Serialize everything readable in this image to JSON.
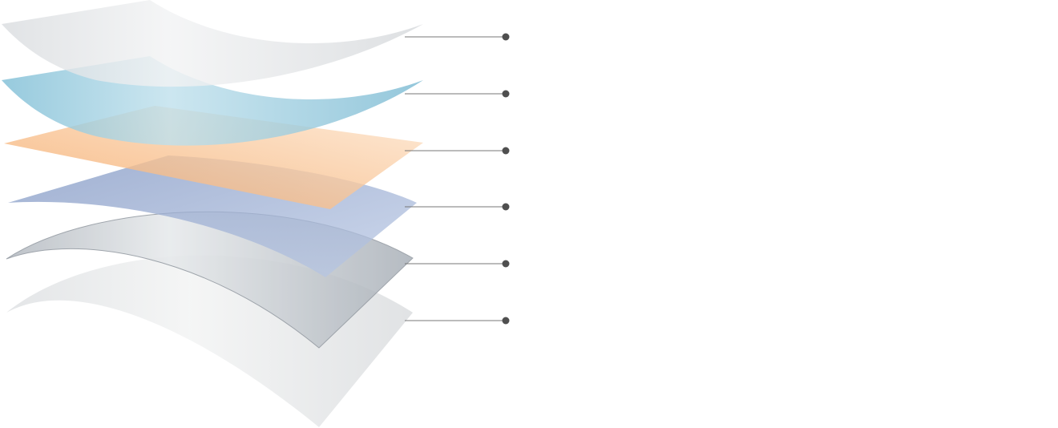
{
  "diagram": {
    "layers": [
      {
        "id": "top-sheet",
        "color": "#dcdfe2"
      },
      {
        "id": "blue-film",
        "color": "#7fbfd6"
      },
      {
        "id": "orange-film",
        "color": "#f7b77a"
      },
      {
        "id": "indigo-film",
        "color": "#8fa4cc"
      },
      {
        "id": "grey-sheet",
        "color": "#b9bfc6"
      },
      {
        "id": "base-sheet",
        "color": "#e6e8ea"
      }
    ],
    "connector_color": "#555555"
  }
}
